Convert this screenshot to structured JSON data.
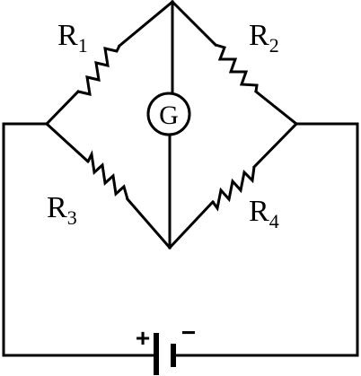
{
  "resistors": [
    {
      "id": "r1",
      "letter": "R",
      "sub": "1"
    },
    {
      "id": "r2",
      "letter": "R",
      "sub": "2"
    },
    {
      "id": "r3",
      "letter": "R",
      "sub": "3"
    },
    {
      "id": "r4",
      "letter": "R",
      "sub": "4"
    }
  ],
  "galvanometer": {
    "label": "G"
  },
  "battery": {
    "plus": "+",
    "minus": "−"
  },
  "colors": {
    "ink": "#000000",
    "background": "#ffffff"
  }
}
